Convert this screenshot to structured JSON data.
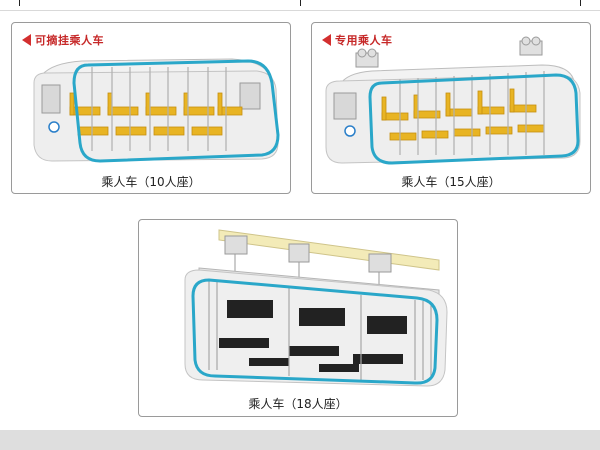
{
  "colors": {
    "outline_blue": "#2aa7c9",
    "seat_yellow": "#e8b423",
    "seat_black": "#222222",
    "tag_red": "#c62828",
    "panel_border": "#9a9a9a"
  },
  "panels": [
    {
      "tag": "可摘挂乘人车",
      "caption": "乘人车（10人座）"
    },
    {
      "tag": "专用乘人车",
      "caption": "乘人车（15人座）"
    },
    {
      "caption": "乘人车（18人座）"
    }
  ]
}
